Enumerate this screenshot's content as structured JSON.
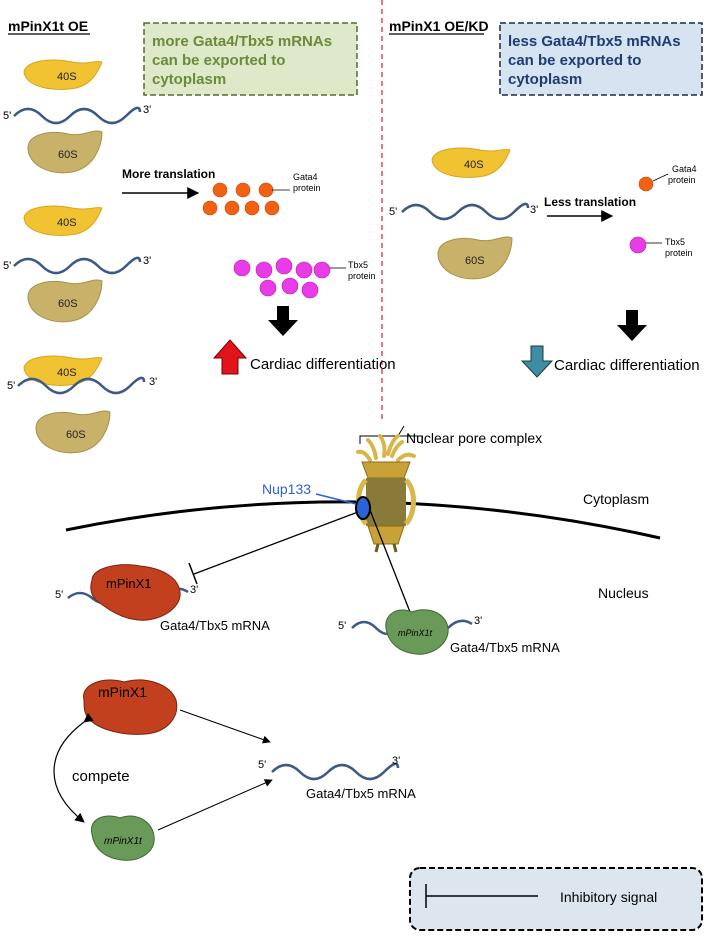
{
  "left_panel": {
    "title": "mPinX1t OE",
    "box_text": [
      "more Gata4/Tbx5 mRNAs",
      "can be exported to",
      "cytoplasm"
    ],
    "ribosome_small": "40S",
    "ribosome_large": "60S",
    "five_prime": "5'",
    "three_prime": "3'",
    "translation_label": "More translation",
    "gata4_label": [
      "Gata4",
      "protein"
    ],
    "tbx5_label": [
      "Tbx5",
      "protein"
    ],
    "outcome": "Cardiac differentiation"
  },
  "right_panel": {
    "title": "mPinX1 OE/KD",
    "box_text": [
      "less Gata4/Tbx5 mRNAs",
      "can be exported to",
      "cytoplasm"
    ],
    "ribosome_small": "40S",
    "ribosome_large": "60S",
    "five_prime": "5'",
    "three_prime": "3'",
    "translation_label": "Less translation",
    "gata4_label": [
      "Gata4",
      "protein"
    ],
    "tbx5_label": [
      "Tbx5",
      "protein"
    ],
    "outcome": "Cardiac differentiation"
  },
  "nucleus": {
    "npc_label": "Nuclear pore complex",
    "nup_label": "Nup133",
    "cytoplasm_label": "Cytoplasm",
    "nucleus_label": "Nucleus",
    "mpinx1_label": "mPinX1",
    "mpinx1t_label": "mPinX1t",
    "mrna_label": "Gata4/Tbx5 mRNA",
    "five_prime": "5'",
    "three_prime": "3'"
  },
  "compete": {
    "mpinx1_label": "mPinX1",
    "mpinx1t_label": "mPinX1t",
    "compete_label": "compete",
    "mrna_label": "Gata4/Tbx5 mRNA",
    "five_prime": "5'",
    "three_prime": "3'"
  },
  "legend": {
    "label": "Inhibitory signal"
  },
  "colors": {
    "green_box_fill": "#dde9c8",
    "green_box_text": "#6b8a3a",
    "blue_box_fill": "#d6e3f1",
    "blue_box_text": "#1f3b73",
    "ribosome_40s": "#f1c232",
    "ribosome_60s": "#c8b26a",
    "mrna_strand": "#3d5a86",
    "gata4_protein": "#f26012",
    "tbx5_protein": "#e83de6",
    "mpinx1": "#c2401e",
    "mpinx1t": "#6a9a5a",
    "up_arrow": "#e0141a",
    "down_arrow": "#3d8ea3",
    "divider": "#d92121",
    "nup133": "#2a63d8",
    "legend_fill": "#dde6ef"
  },
  "icons": [
    "ribosome-40s-icon",
    "ribosome-60s-icon",
    "protein-dot-icon",
    "up-arrow-icon",
    "down-arrow-icon",
    "nuclear-pore-icon"
  ]
}
